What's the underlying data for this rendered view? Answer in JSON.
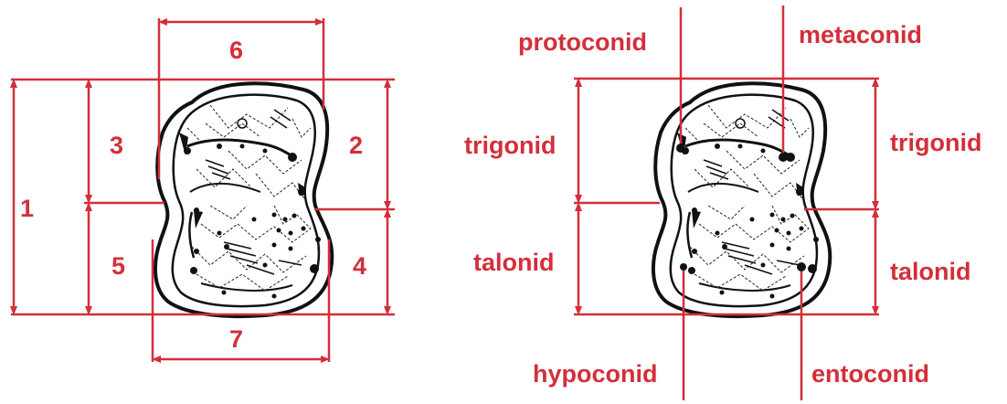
{
  "colors": {
    "accent": "#d32f3a",
    "ink": "#111111"
  },
  "left_panel": {
    "labels": [
      "1",
      "2",
      "3",
      "4",
      "5",
      "6",
      "7"
    ]
  },
  "right_panel": {
    "labels": {
      "protoconid": "protoconid",
      "metaconid": "metaconid",
      "trigonid_left": "trigonid",
      "trigonid_right": "trigonid",
      "talonid_left": "talonid",
      "talonid_right": "talonid",
      "hypoconid": "hypoconid",
      "entoconid": "entoconid"
    }
  }
}
